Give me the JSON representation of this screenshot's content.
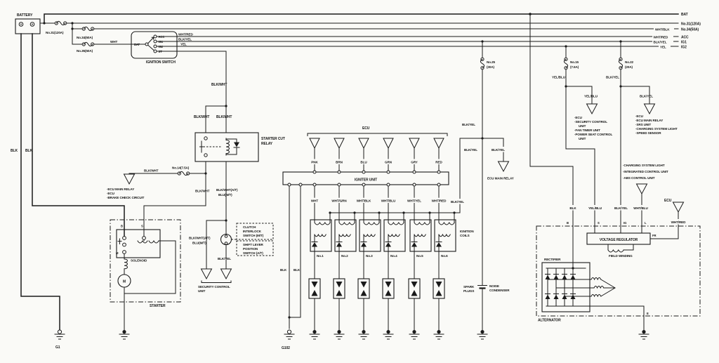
{
  "power": {
    "battery_label": "BATTERY",
    "cable_neg": "BLK",
    "cable_pos": "BLK",
    "ground_g1": "G1",
    "fuse31": "No.31(120A)",
    "fuse34": "No.34(50A)",
    "fuse35": "No.35(50A)",
    "wht": "WHT",
    "bus": {
      "bat": "BAT",
      "no31": "No.31(120A)",
      "whtblk": "WHT/BLK",
      "no34": "No.34(50A)",
      "whtred": "WHT/RED",
      "acc": "ACC",
      "blkyel": "BLK/YEL",
      "ig1": "IG1",
      "yel": "YEL",
      "ig2": "IG2"
    }
  },
  "ignition": {
    "label": "IGNITION SWITCH",
    "bat": "BAT",
    "acc": "ACC",
    "ig1": "IG1",
    "ig2": "IG2",
    "st": "ST",
    "out_acc": "WHT/RED",
    "out_ig1": "BLK/YEL",
    "out_ig2": "YEL",
    "st_wire": "BLK/WHT"
  },
  "relay": {
    "name1": "STARTER CUT",
    "name2": "RELAY",
    "in_left": "BLK/WHT",
    "in_right": "BLK/WHT",
    "fuse14": "No.14(7.5A)",
    "fuse14_wire": "BLK/WHT",
    "branch_list": [
      "·ECU MAIN RELAY",
      "·ECU",
      "·BRAKE CHECK CIRCUIT"
    ],
    "out_left": "BLK/WHT",
    "out_right1": "BLK/WHT(A/T)",
    "out_right2": "BLU(M/T)"
  },
  "starter": {
    "label": "STARTER",
    "solenoid": "SOLENOID",
    "term_b": "B",
    "term_s": "S",
    "term_m": "M",
    "motor": "M"
  },
  "clutch": {
    "box1": [
      "CLUTCH",
      "INTERLOCK",
      "SWITCH   (M/T)"
    ],
    "box2": [
      "SHIFT LEVER",
      "POSITION",
      "SWITCH   (A/T)"
    ],
    "wire1": "BLK/WHT(A/T)",
    "wire2": "BLU(M/T)",
    "out": "BLK/YEL",
    "dest1": "SECURITY CONTROL",
    "dest2": "UNIT"
  },
  "ecu": {
    "label": "ECU",
    "wires": [
      "PNK",
      "BRN",
      "BLU",
      "GRN",
      "GRY",
      "RED"
    ]
  },
  "igniter": {
    "label": "IGNITER UNIT",
    "outs": [
      "WHT",
      "WHT/GRN",
      "WHT/BLK",
      "WHT/BLU",
      "WHT/YEL",
      "WHT/RED"
    ],
    "gnd1": "BLK",
    "gnd2": "BLK",
    "ground": "G102"
  },
  "coils": {
    "title1": "IGNITION",
    "title2": "COILS",
    "numbers": [
      "No.1",
      "No.2",
      "No.3",
      "No.4",
      "No.5",
      "No.6"
    ],
    "supply": "BLK/YEL",
    "plug1": "SPARK",
    "plug2": "PLUGS"
  },
  "supply": {
    "fuse_a": "No.25",
    "fuse_b": "(30A)",
    "w1": "BLK/YEL",
    "w2": "BLK/YEL",
    "w3": "BLK/YEL",
    "dest": "ECU MAIN RELAY",
    "cond1": "NOISE",
    "cond2": "CONDENSER"
  },
  "br15": {
    "fuse_a": "No.15",
    "fuse_b": "(7.5A)",
    "w1": "YEL/BLU",
    "w2": "YEL/BLU",
    "list": [
      "·ECU",
      "·SECURITY CONTROL",
      "UNIT",
      "·FAN TIMER UNIT",
      "·POWER SEAT CONTROL",
      "UNIT"
    ]
  },
  "br22": {
    "fuse_a": "No.22",
    "fuse_b": "(20A)",
    "w1": "BLK/YEL",
    "w2": "BLK/YEL",
    "list": [
      "·ECU",
      "·ECU MAIN RELAY",
      "·SRS UNIT",
      "·CHARGING SYSTEM LIGHT",
      "·SPEED SENSOR"
    ]
  },
  "lamp": {
    "list": [
      "·CHARGING SYSTEM LIGHT",
      "·INTEGRATED CONTROL UNIT",
      "·ABS CONTROL UNIT"
    ]
  },
  "alt": {
    "label": "ALTERNATOR",
    "regulator": "VOLTAGE REGULATOR",
    "field": "FIELD WINDING",
    "rectifier": "RECTIFIER",
    "b": "B",
    "s": "S",
    "ig": "IG",
    "l": "L",
    "fr": "FR",
    "e": "E",
    "w_b": "BLK",
    "w_s": "YEL/BLU",
    "w_ig": "BLK/YEL",
    "w_l": "WHT/BLU",
    "ecu": "ECU",
    "w_fr": "WHT/RED"
  }
}
